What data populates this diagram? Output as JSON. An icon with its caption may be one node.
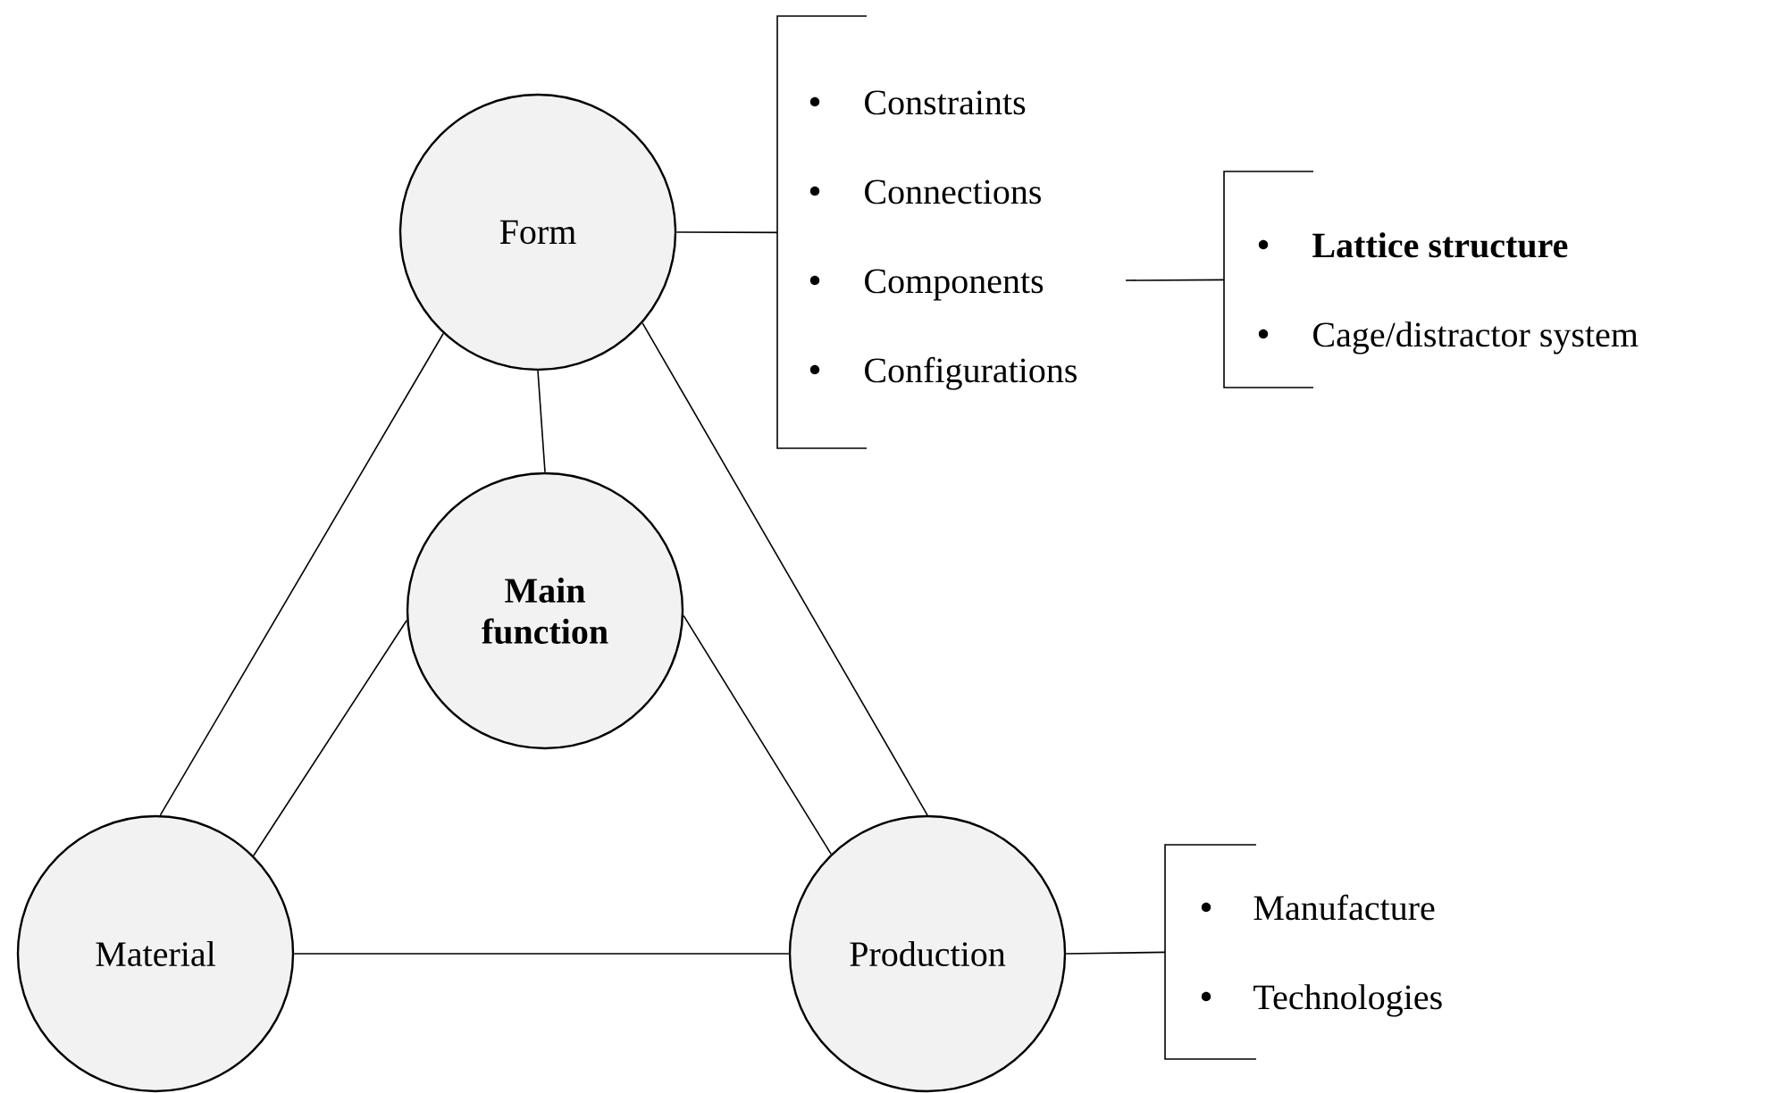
{
  "diagram": {
    "nodes": [
      {
        "text": [
          "Form"
        ]
      },
      {
        "text": [
          "Main function"
        ]
      },
      {
        "text": [
          "Material"
        ]
      },
      {
        "text": [
          "Production"
        ]
      },
      {
        "text": [
          "Constraints",
          "Connections",
          "Components",
          "Configurations"
        ]
      },
      {
        "text": [
          "Lattice structure",
          "Cage/distractor system"
        ]
      },
      {
        "text": [
          "Manufacture",
          "Technologies"
        ]
      }
    ],
    "edges": [
      {
        "from": 0,
        "to": 1,
        "arrow": "none"
      },
      {
        "from": 0,
        "to": 2,
        "arrow": "none"
      },
      {
        "from": 0,
        "to": 3,
        "arrow": "none"
      },
      {
        "from": 1,
        "to": 2,
        "arrow": "none"
      },
      {
        "from": 1,
        "to": 3,
        "arrow": "none"
      },
      {
        "from": 2,
        "to": 3,
        "arrow": "none"
      },
      {
        "from": 0,
        "to": 4,
        "arrow": "none"
      },
      {
        "from": 4,
        "to": 5,
        "arrow": "none"
      },
      {
        "from": 3,
        "to": 6,
        "arrow": "none"
      }
    ]
  }
}
